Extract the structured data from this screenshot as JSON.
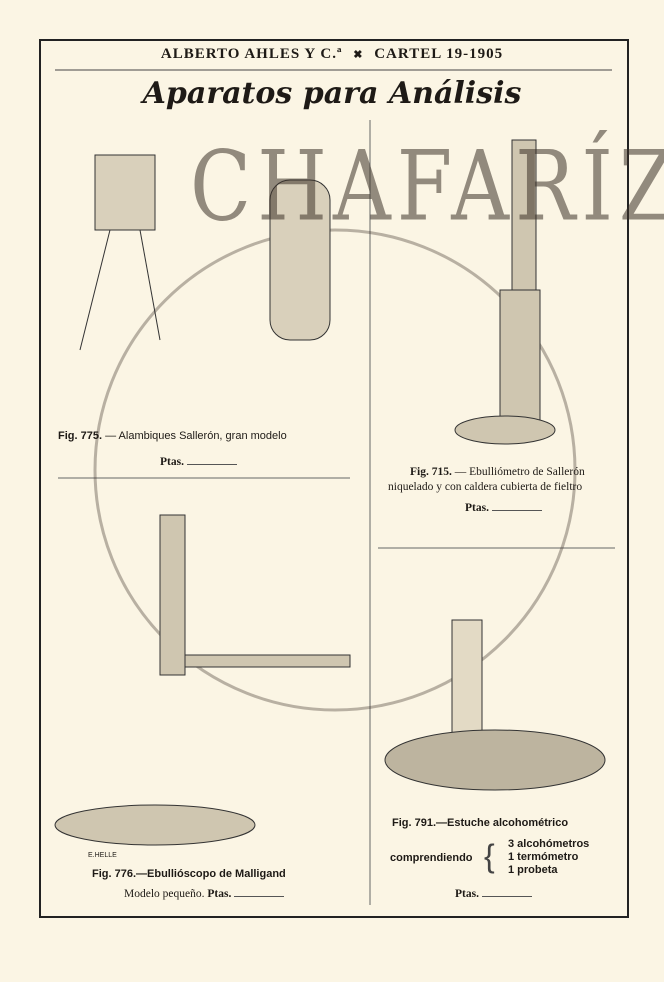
{
  "header": {
    "company": "ALBERTO AHLES Y C.ª",
    "separator": "✖",
    "catalog": "CARTEL 19-1905"
  },
  "title": "Aparatos para Análisis",
  "watermark": "CHAFARÍZ",
  "items": [
    {
      "fig": "Fig. 775.",
      "desc": "— Alambiques Sallerón, gran modelo",
      "price_label": "Ptas."
    },
    {
      "fig": "Fig. 715.",
      "desc": "— Ebulliómetro de Sallerón",
      "desc2": "niquelado y con caldera cubierta de fieltro",
      "price_label": "Ptas."
    },
    {
      "fig": "Fig. 776.",
      "desc": "—Ebullióscopo de Malligand",
      "model": "Modelo pequeño.",
      "price_label": "Ptas.",
      "signature": "E.HELLE"
    },
    {
      "fig": "Fig. 791.",
      "desc": "—Estuche alcohométrico",
      "comprising": "comprendiendo",
      "contents": [
        "3 alcohómetros",
        "1 termómetro",
        "1 probeta"
      ],
      "price_label": "Ptas."
    }
  ]
}
